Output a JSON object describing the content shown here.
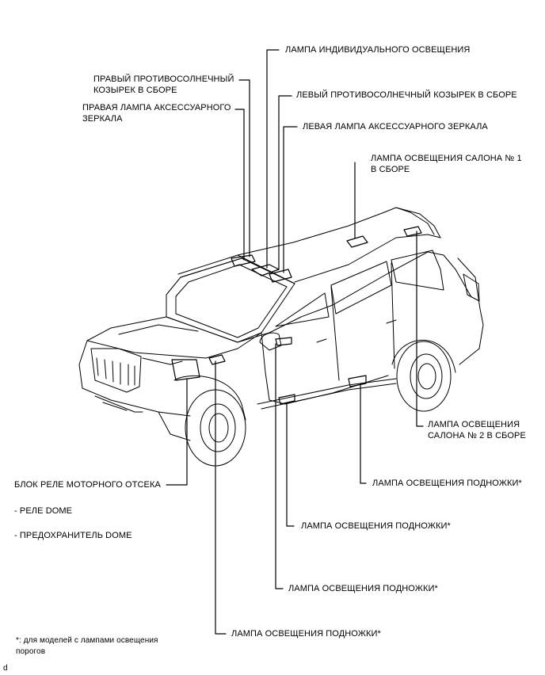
{
  "labels": {
    "individual_lamp": "ЛАМПА ИНДИВИДУАЛЬНОГО ОСВЕЩЕНИЯ",
    "right_visor_l1": "ПРАВЫЙ ПРОТИВОСОЛНЕЧНЫЙ",
    "right_visor_l2": "КОЗЫРЕК В СБОРЕ",
    "left_visor": "ЛЕВЫЙ ПРОТИВОСОЛНЕЧНЫЙ КОЗЫРЕК В СБОРЕ",
    "right_vanity_l1": "ПРАВАЯ ЛАМПА АКСЕССУАРНОГО",
    "right_vanity_l2": "ЗЕРКАЛА",
    "left_vanity": "ЛЕВАЯ ЛАМПА АКСЕССУАРНОГО ЗЕРКАЛА",
    "room_lamp1_l1": "ЛАМПА ОСВЕЩЕНИЯ САЛОНА № 1",
    "room_lamp1_l2": "В СБОРЕ",
    "room_lamp2_l1": "ЛАМПА ОСВЕЩЕНИЯ",
    "room_lamp2_l2": "САЛОНА № 2 В СБОРЕ",
    "footlamp_a": "ЛАМПА ОСВЕЩЕНИЯ ПОДНОЖКИ*",
    "footlamp_b": "ЛАМПА ОСВЕЩЕНИЯ ПОДНОЖКИ*",
    "footlamp_c": "ЛАМПА ОСВЕЩЕНИЯ ПОДНОЖКИ*",
    "footlamp_d": "ЛАМПА ОСВЕЩЕНИЯ ПОДНОЖКИ*",
    "relay_block": "БЛОК РЕЛЕ МОТОРНОГО ОТСЕКА",
    "dome_relay": "- РЕЛЕ DOME",
    "dome_fuse": "- ПРЕДОХРАНИТЕЛЬ DOME"
  },
  "footnote": {
    "line1": "*: для моделей с лампами освещения",
    "line2": "порогов"
  },
  "corner_mark": "d"
}
